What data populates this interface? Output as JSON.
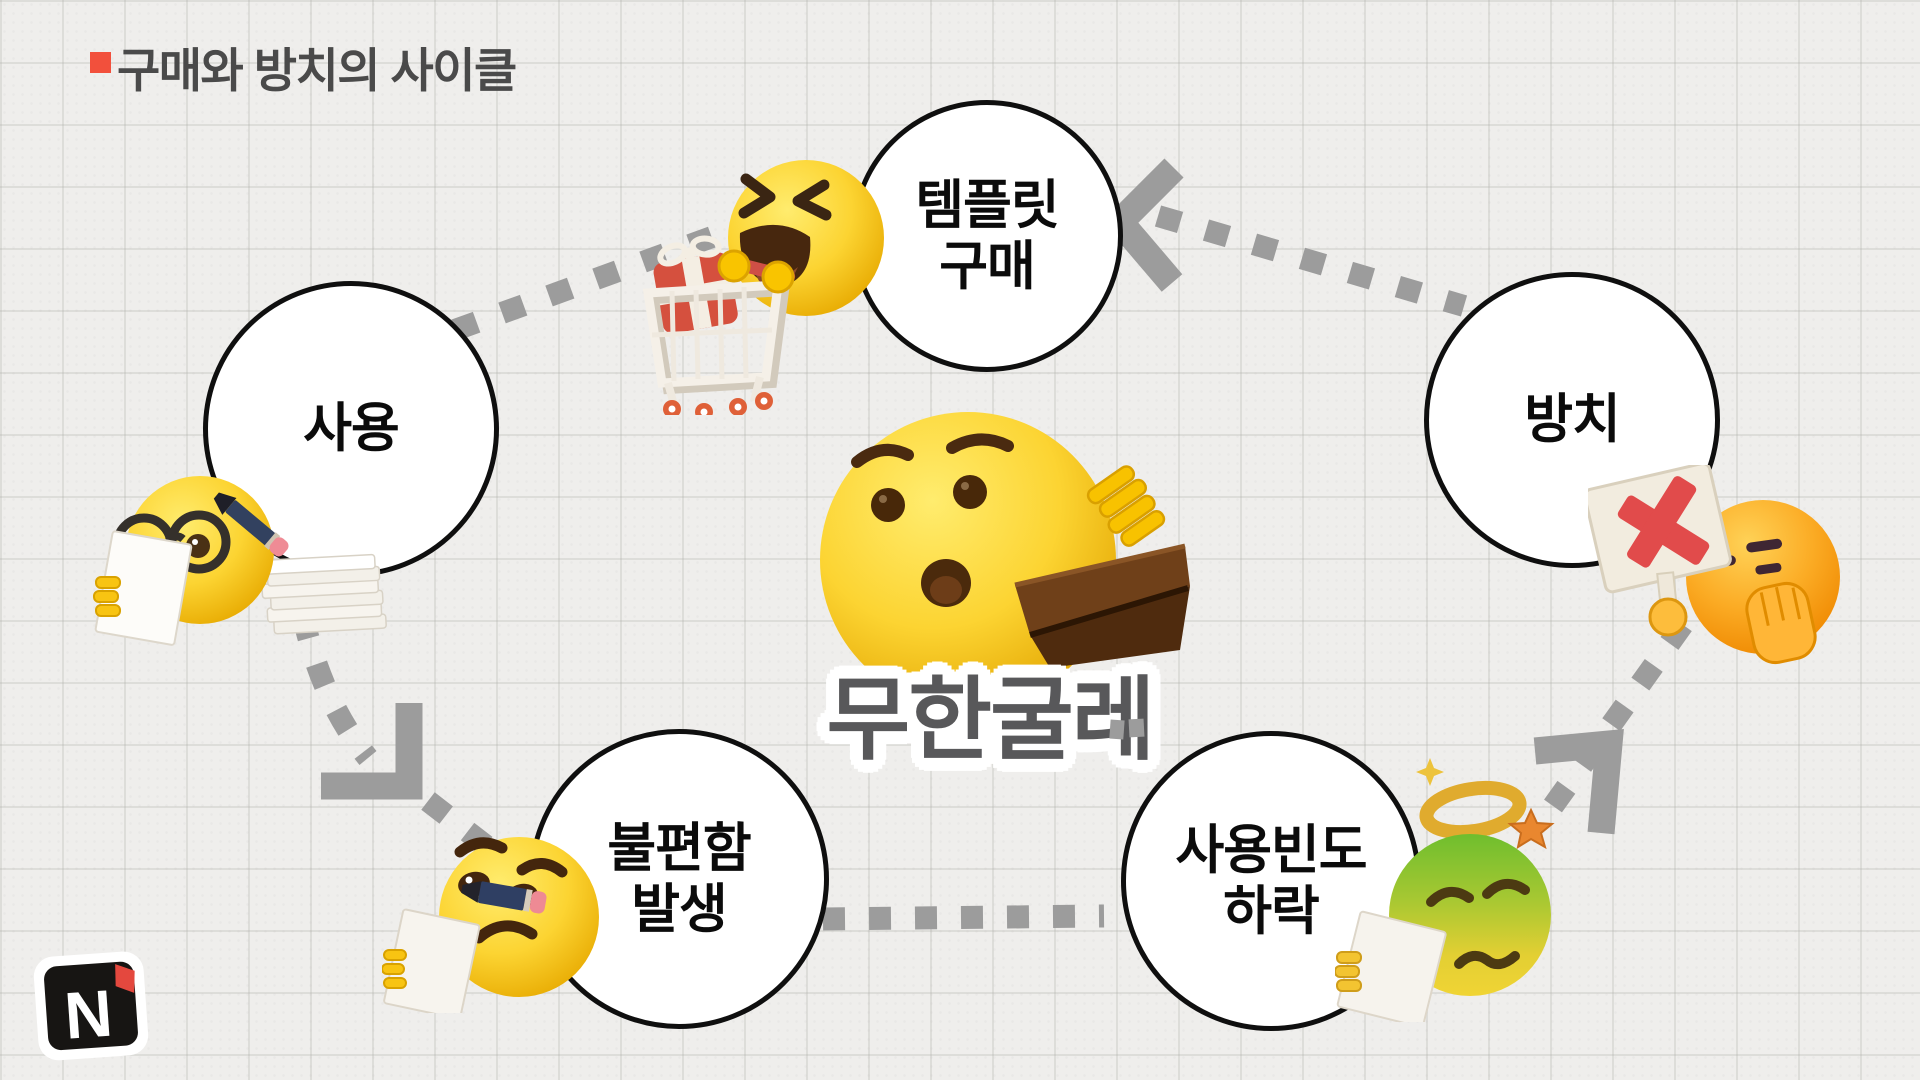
{
  "header": {
    "title": "구매와 방치의 사이클"
  },
  "center": {
    "label": "무한굴레",
    "illustration": "shocked-emoji-holding-empty-wallet"
  },
  "cycle": {
    "nodes": [
      {
        "id": "template-purchase",
        "lines": [
          "템플릿",
          "구매"
        ],
        "illustration": "excited-emoji-pushing-shopping-cart-with-gift"
      },
      {
        "id": "neglect",
        "lines": [
          "방치"
        ],
        "illustration": "unimpressed-emoji-holding-red-x-sign"
      },
      {
        "id": "usage-decline",
        "lines": [
          "사용빈도",
          "하락"
        ],
        "illustration": "dizzy-green-emoji-with-halo-reading-note"
      },
      {
        "id": "discomfort",
        "lines": [
          "불편함",
          "발생"
        ],
        "illustration": "frowning-emoji-with-pencil-reading-note"
      },
      {
        "id": "use",
        "lines": [
          "사용"
        ],
        "illustration": "emoji-with-glasses-reading-document-stack"
      }
    ],
    "edges": [
      {
        "from": "template-purchase",
        "to": "use"
      },
      {
        "from": "use",
        "to": "discomfort"
      },
      {
        "from": "discomfort",
        "to": "usage-decline"
      },
      {
        "from": "usage-decline",
        "to": "neglect"
      },
      {
        "from": "neglect",
        "to": "template-purchase"
      }
    ]
  },
  "logo": {
    "letter": "N",
    "accent_color": "#e4483e"
  },
  "colors": {
    "background": "#efeeec",
    "grid_line": "#e0dfdc",
    "title_text": "#4a4a4a",
    "title_bullet": "#f2503c",
    "circle_fill": "#ffffff",
    "circle_border": "#0f0f0f",
    "node_text": "#0b0b0b",
    "center_text": "#58585a",
    "center_outline": "#ffffff",
    "dash_gray": "#9c9c9c",
    "emoji_yellow": "#fcd93a",
    "emoji_orange": "#f7a21b",
    "emoji_green": "#8cc63f",
    "x_red": "#e14b4b",
    "wallet_brown": "#5d3517"
  }
}
